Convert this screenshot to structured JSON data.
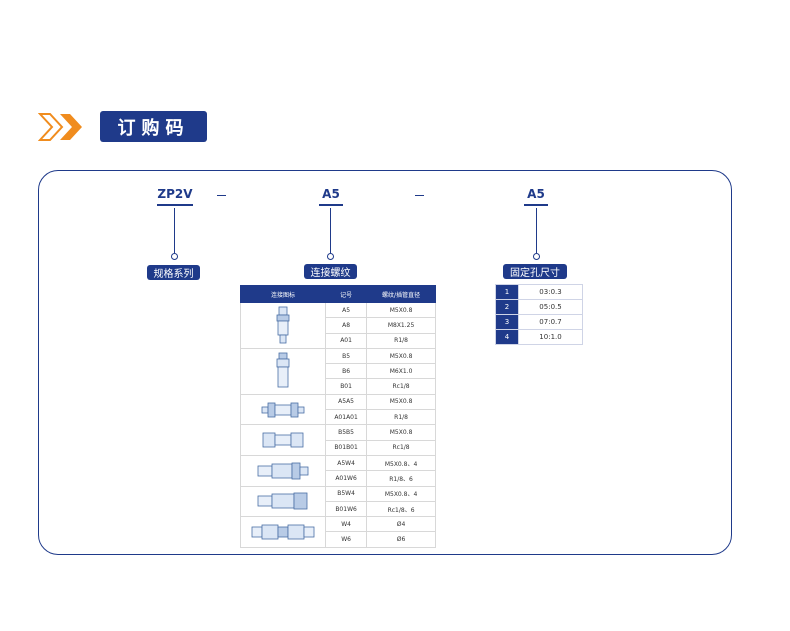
{
  "header": {
    "title": "订购码"
  },
  "code": {
    "series": "ZP2V",
    "dash1": "—",
    "thread": "A5",
    "dash2": "—",
    "hole": "A5"
  },
  "labels": {
    "series": "规格系列",
    "thread": "连接螺纹",
    "hole": "固定孔尺寸"
  },
  "connection_table": {
    "headers": [
      "连接图标",
      "记号",
      "螺纹/插管直径"
    ],
    "groups": [
      {
        "icon": "straight-fitting-icon",
        "rows": [
          [
            "A5",
            "M5X0.8"
          ],
          [
            "A8",
            "M8X1.25"
          ],
          [
            "A01",
            "R1/8"
          ]
        ]
      },
      {
        "icon": "hex-fitting-icon",
        "rows": [
          [
            "B5",
            "M5X0.8"
          ],
          [
            "B6",
            "M6X1.0"
          ],
          [
            "B01",
            "Rc1/8"
          ]
        ]
      },
      {
        "icon": "double-male-fitting-icon",
        "rows": [
          [
            "A5A5",
            "M5X0.8"
          ],
          [
            "A01A01",
            "R1/8"
          ]
        ]
      },
      {
        "icon": "double-female-fitting-icon",
        "rows": [
          [
            "B5B5",
            "M5X0.8"
          ],
          [
            "B01B01",
            "Rc1/8"
          ]
        ]
      },
      {
        "icon": "male-tube-fitting-icon",
        "rows": [
          [
            "A5W4",
            "M5X0.8、4"
          ],
          [
            "A01W6",
            "R1/8、6"
          ]
        ]
      },
      {
        "icon": "female-tube-fitting-icon",
        "rows": [
          [
            "B5W4",
            "M5X0.8、4"
          ],
          [
            "B01W6",
            "Rc1/8、6"
          ]
        ]
      },
      {
        "icon": "tube-tube-fitting-icon",
        "rows": [
          [
            "W4",
            "Ø4"
          ],
          [
            "W6",
            "Ø6"
          ]
        ]
      }
    ]
  },
  "hole_table": [
    [
      "1",
      "03:0.3"
    ],
    [
      "2",
      "05:0.5"
    ],
    [
      "3",
      "07:0.7"
    ],
    [
      "4",
      "10:1.0"
    ]
  ],
  "colors": {
    "brand": "#1f3a8a",
    "accent": "#f08c1e"
  }
}
